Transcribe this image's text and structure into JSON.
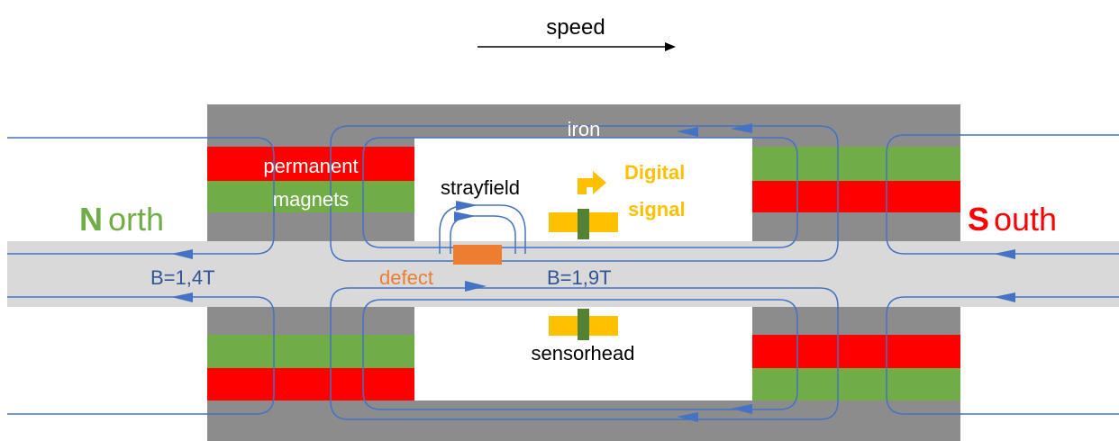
{
  "labels": {
    "speed": "speed",
    "iron": "iron",
    "permanent": "permanent",
    "magnets": "magnets",
    "strayfield": "strayfield",
    "digital_line1": "Digital",
    "digital_line2": "signal",
    "north_letter": "N",
    "north_rest": "orth",
    "south_letter": "S",
    "south_rest": "outh",
    "b_left": "B=1,4T",
    "b_right": "B=1,9T",
    "defect": "defect",
    "sensorhead": "sensorhead"
  },
  "colors": {
    "iron": "#8c8c8c",
    "track": "#d9d9d9",
    "magnet_red": "#ff0000",
    "magnet_green": "#70ad47",
    "field_lines": "#4472c4",
    "defect": "#ed7d31",
    "sensor": "#ffc000",
    "sensor_core": "#548235",
    "north_text": "#70ad47",
    "south_text": "#ff0000",
    "label_blue": "#2f5597",
    "digital_text": "#ffc000"
  }
}
